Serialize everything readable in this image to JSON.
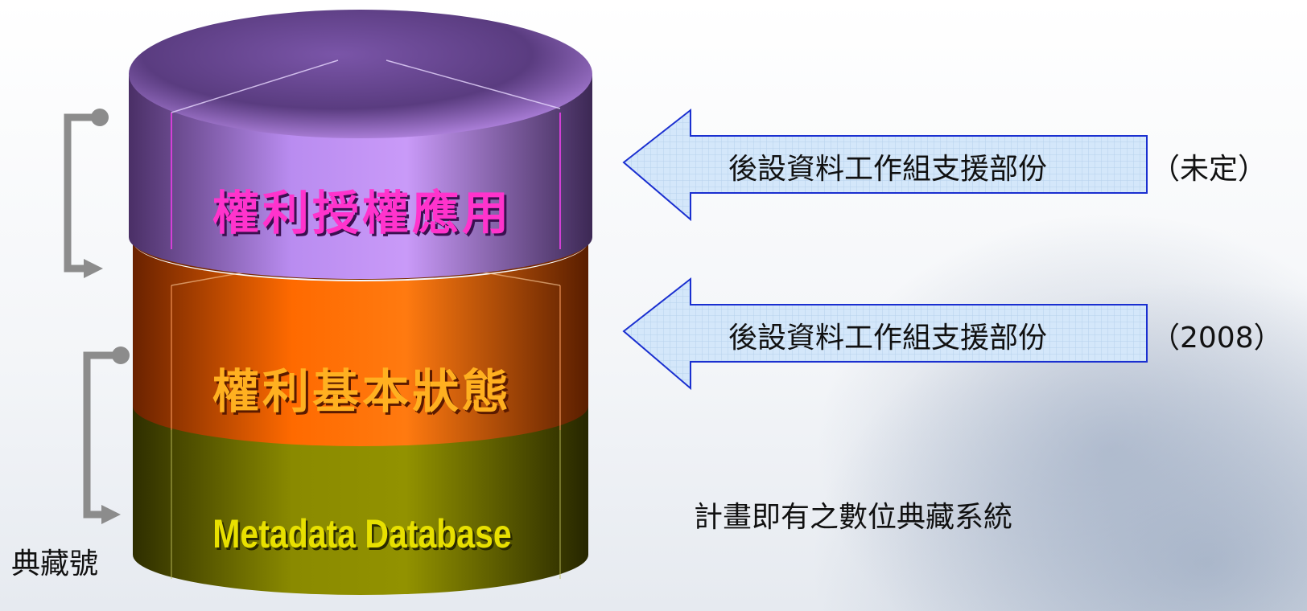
{
  "stack": {
    "top_layer": {
      "label": "權利授權應用",
      "color": "#ff33cc",
      "fill": "#b77be8"
    },
    "middle_layer": {
      "label": "權利基本狀態",
      "color": "#ffb020",
      "fill": "#f06a00"
    },
    "bottom_layer": {
      "label": "Metadata Database",
      "color": "#e8e000",
      "fill": "#7a7a00"
    }
  },
  "arrows": [
    {
      "text": "後設資料工作組支援部份",
      "status": "（未定）"
    },
    {
      "text": "後設資料工作組支援部份",
      "status": "（2008）"
    }
  ],
  "bottom_note": "計畫即有之數位典藏系統",
  "side_label": "典藏號",
  "colors": {
    "arrow_fill": "#cfe4f8",
    "arrow_stroke": "#1a2fd0",
    "connector": "#8c8c8c"
  }
}
